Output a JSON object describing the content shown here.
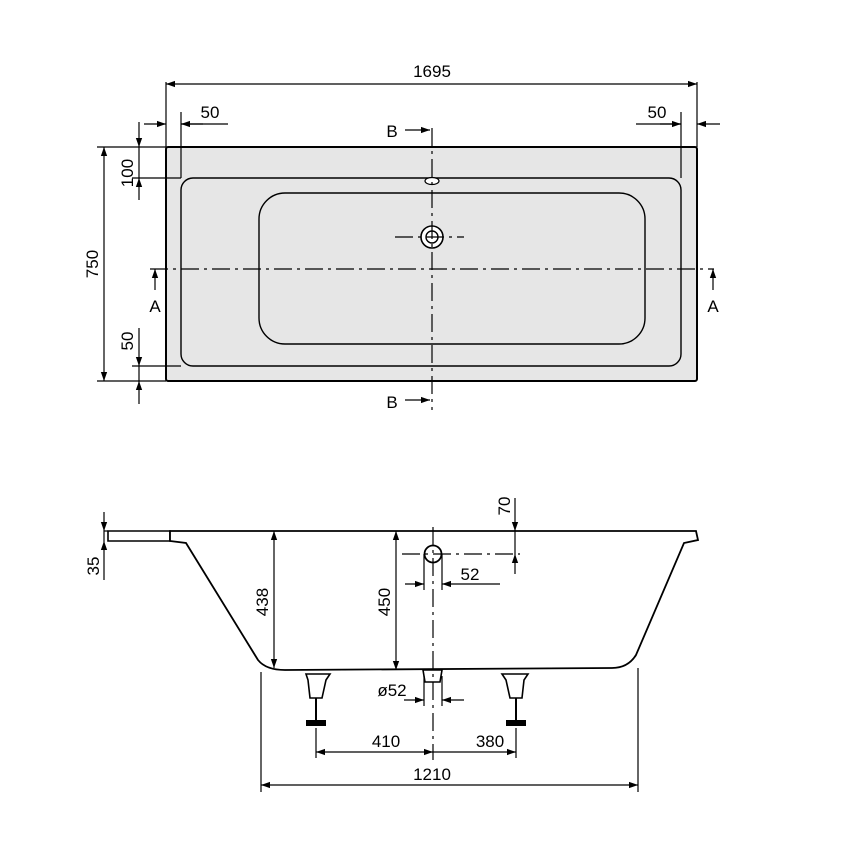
{
  "top_view": {
    "overall_length": "1695",
    "overall_width": "750",
    "rim_left": "50",
    "rim_right": "50",
    "rim_back": "100",
    "rim_front": "50",
    "section_a": "A",
    "section_b": "B"
  },
  "side_view": {
    "rim_height": "35",
    "depth_side": "438",
    "depth_center": "450",
    "overflow_offset": "70",
    "overflow_diameter": "52",
    "waste_diameter": "ø52",
    "leg_left": "410",
    "leg_right": "380",
    "base_length": "1210"
  },
  "colors": {
    "line": "#000000",
    "tub_fill": "#e6e6e6",
    "background": "#ffffff"
  }
}
